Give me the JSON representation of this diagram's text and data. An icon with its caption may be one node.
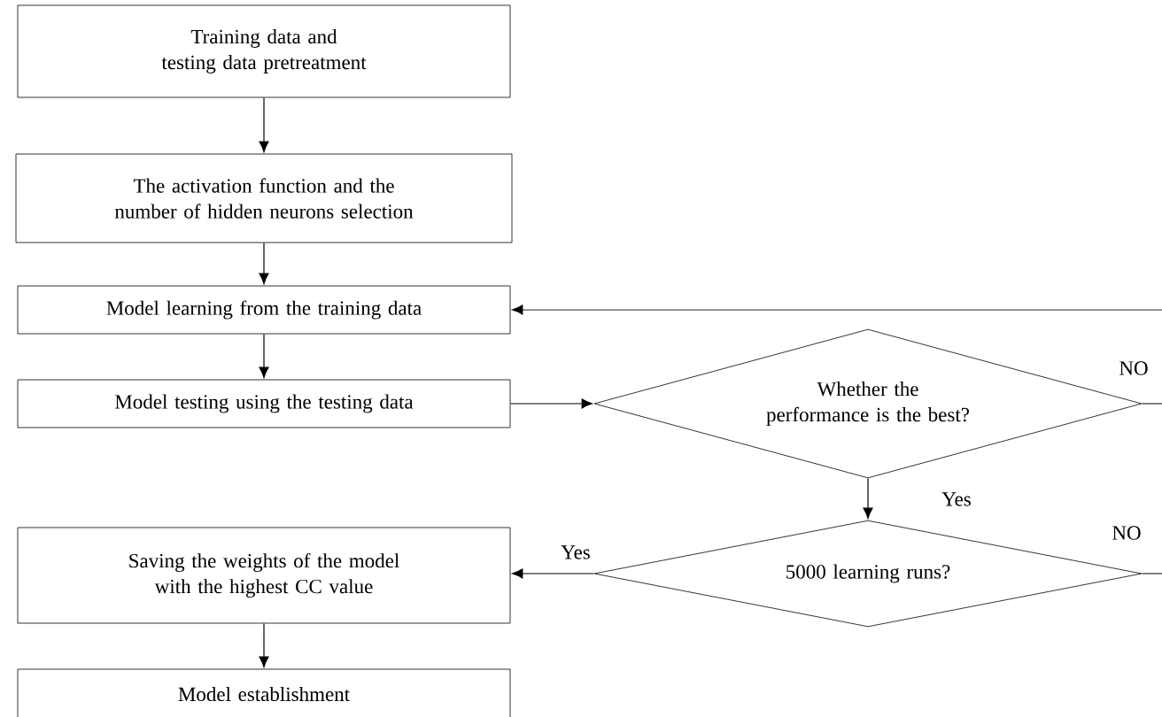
{
  "diagram": {
    "nodes": [
      {
        "text": [
          "Training data and testing data pretreatment"
        ]
      },
      {
        "text": [
          "The activation function and the number of hidden neurons selection"
        ]
      },
      {
        "text": [
          "Model learning from the training data"
        ]
      },
      {
        "text": [
          "Model testing using the testing data"
        ]
      },
      {
        "text": [
          "Whether the performance is the best?"
        ]
      },
      {
        "text": [
          "5000 learning runs?"
        ]
      },
      {
        "text": [
          "Saving the weights of the model with the highest CC value"
        ]
      },
      {
        "text": [
          "Model establishment"
        ]
      }
    ],
    "edges": [
      {
        "from": 0,
        "to": 1,
        "arrow": "to"
      },
      {
        "from": 1,
        "to": 2,
        "arrow": "to"
      },
      {
        "from": 2,
        "to": 3,
        "arrow": "to"
      },
      {
        "from": 3,
        "to": 4,
        "arrow": "to"
      },
      {
        "from": 4,
        "to": 5,
        "arrow": "to",
        "label": "Yes"
      },
      {
        "from": 5,
        "to": 6,
        "arrow": "to",
        "label": "Yes"
      },
      {
        "from": 6,
        "to": 7,
        "arrow": "to"
      },
      {
        "from": null,
        "to": 2,
        "arrow": "to"
      },
      {
        "from": 4,
        "to": null,
        "arrow": "none",
        "label": "NO"
      },
      {
        "from": 5,
        "to": null,
        "arrow": "none",
        "label": "NO"
      }
    ]
  }
}
